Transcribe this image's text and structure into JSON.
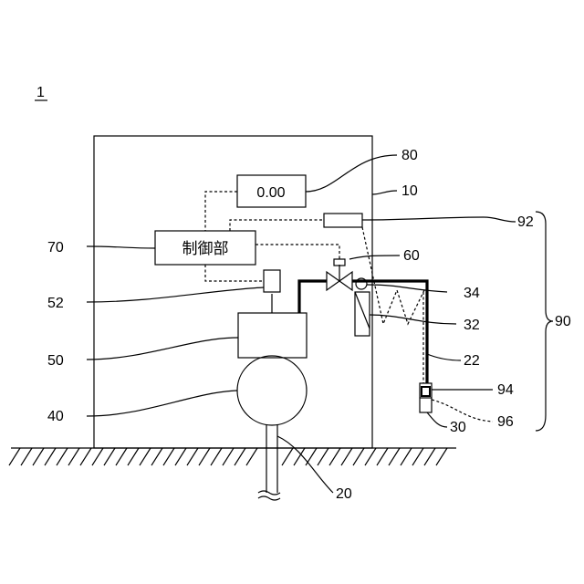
{
  "figure_number": "1",
  "display_value": "0.00",
  "controller_label": "制御部",
  "reference_numerals": {
    "housing": "10",
    "well_pipe": "20",
    "pipe": "22",
    "nozzle_unit": "30",
    "pipe_part_32": "32",
    "part_34": "34",
    "pump": "40",
    "motor": "50",
    "sensor": "52",
    "valve": "60",
    "controller": "70",
    "display": "80",
    "detection_system": "90",
    "transmitter": "92",
    "part_94": "94",
    "part_96": "96"
  }
}
